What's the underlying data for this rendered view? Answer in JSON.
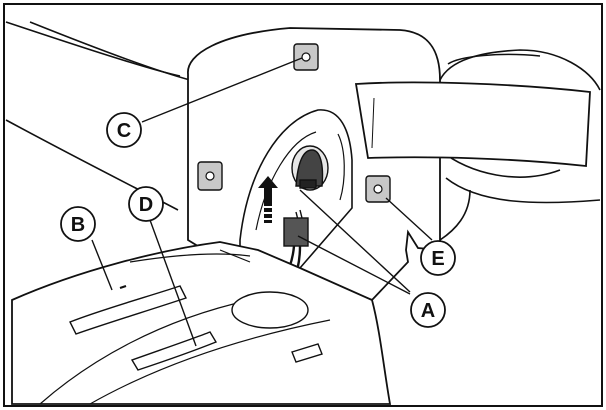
{
  "callouts": {
    "a": "A",
    "b": "B",
    "c": "C",
    "d": "D",
    "e": "E"
  },
  "colors": {
    "line": "#111111",
    "background": "#ffffff",
    "grommet": "#c8c8c8",
    "connector": "#555555"
  }
}
